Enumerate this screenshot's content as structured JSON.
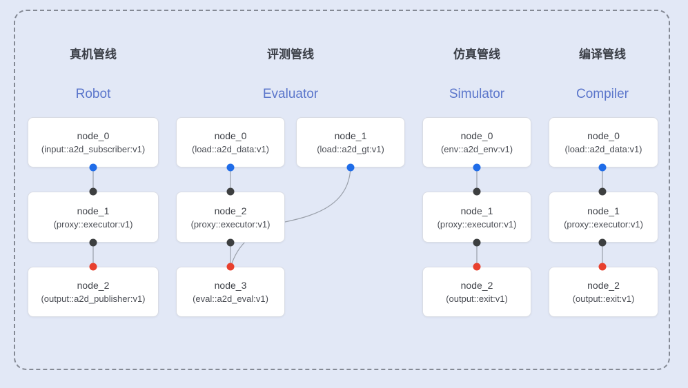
{
  "diagram": {
    "columns": [
      {
        "title_zh": "真机管线",
        "title_en": "Robot",
        "nodes": [
          {
            "name": "node_0",
            "type": "(input::a2d_subscriber:v1)"
          },
          {
            "name": "node_1",
            "type": "(proxy::executor:v1)"
          },
          {
            "name": "node_2",
            "type": "(output::a2d_publisher:v1)"
          }
        ]
      },
      {
        "title_zh": "评测管线",
        "title_en": "Evaluator",
        "nodes": [
          {
            "name": "node_0",
            "type": "(load::a2d_data:v1)"
          },
          {
            "name": "node_1",
            "type": "(load::a2d_gt:v1)"
          },
          {
            "name": "node_2",
            "type": "(proxy::executor:v1)"
          },
          {
            "name": "node_3",
            "type": "(eval::a2d_eval:v1)"
          }
        ]
      },
      {
        "title_zh": "仿真管线",
        "title_en": "Simulator",
        "nodes": [
          {
            "name": "node_0",
            "type": "(env::a2d_env:v1)"
          },
          {
            "name": "node_1",
            "type": "(proxy::executor:v1)"
          },
          {
            "name": "node_2",
            "type": "(output::exit:v1)"
          }
        ]
      },
      {
        "title_zh": "编译管线",
        "title_en": "Compiler",
        "nodes": [
          {
            "name": "node_0",
            "type": "(load::a2d_data:v1)"
          },
          {
            "name": "node_1",
            "type": "(proxy::executor:v1)"
          },
          {
            "name": "node_2",
            "type": "(output::exit:v1)"
          }
        ]
      }
    ],
    "colors": {
      "background": "#e2e8f6",
      "frame_dash": "#848994",
      "title_zh": "#3b3f47",
      "title_en": "#5b76cb",
      "node_border": "#d9dce4",
      "edge": "#9aa0aa",
      "port_blue": "#1f6ce8",
      "port_dark": "#3d3f40",
      "port_red": "#e8402e"
    }
  }
}
